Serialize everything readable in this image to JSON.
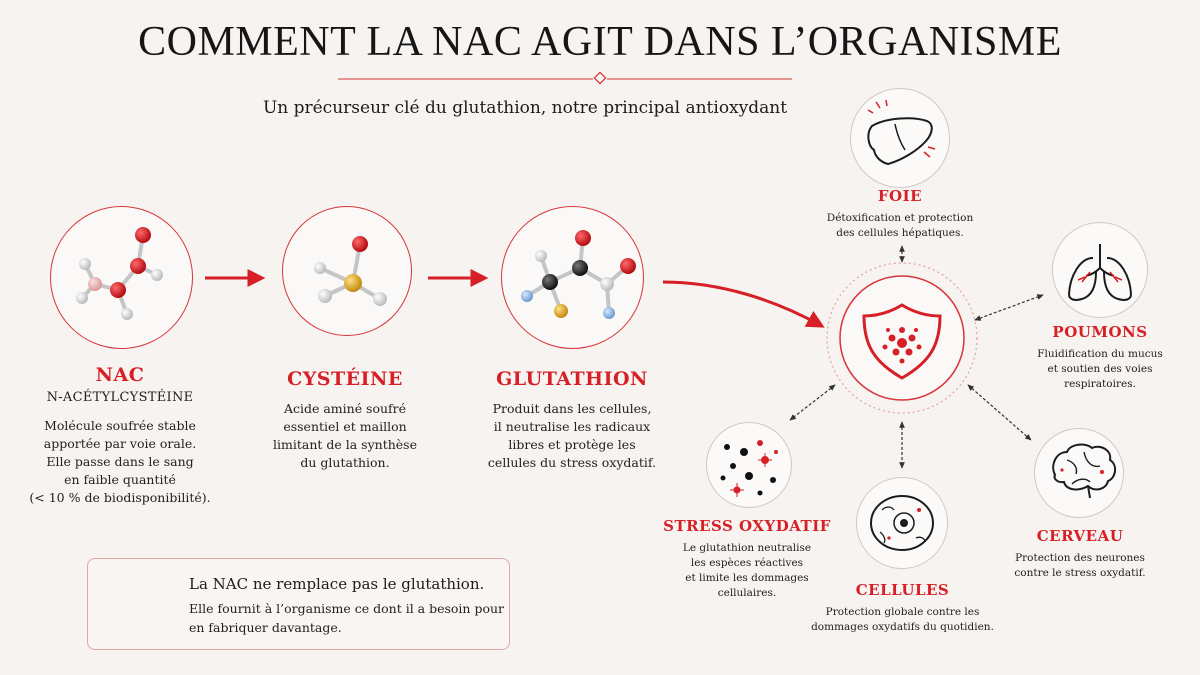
{
  "header": {
    "title": "COMMENT LA NAC AGIT DANS L’ORGANISME",
    "subtitle": "Un précurseur clé du glutathion, notre principal antioxydant"
  },
  "steps": [
    {
      "name": "NAC",
      "subname": "N-ACÉTYLCYSTÉINE",
      "description_lines": [
        "Molécule soufrée stable",
        "apportée par voie orale.",
        "Elle passe dans le sang",
        "en faible quantité",
        "(< 10 % de biodisponibilité)."
      ]
    },
    {
      "name": "CYSTÉINE",
      "description_lines": [
        "Acide aminé soufré",
        "essentiel et maillon",
        "limitant de la synthèse",
        "du glutathion."
      ]
    },
    {
      "name": "GLUTATHION",
      "description_lines": [
        "Produit dans les cellules,",
        "il neutralise les radicaux",
        "libres et protège les",
        "cellules du stress oxydatif."
      ]
    }
  ],
  "targets": [
    {
      "name": "FOIE",
      "description_lines": [
        "Détoxification et protection",
        "des cellules hépatiques."
      ],
      "icon": "liver-icon"
    },
    {
      "name": "POUMONS",
      "description_lines": [
        "Fluidification du mucus",
        "et soutien des voies",
        "respiratoires."
      ],
      "icon": "lungs-icon"
    },
    {
      "name": "CERVEAU",
      "description_lines": [
        "Protection des neurones",
        "contre le stress oxydatif."
      ],
      "icon": "brain-icon"
    },
    {
      "name": "CELLULES",
      "description_lines": [
        "Protection globale contre les",
        "dommages oxydatifs du quotidien."
      ],
      "icon": "cell-icon"
    },
    {
      "name": "STRESS OXYDATIF",
      "description_lines": [
        "Le glutathion neutralise",
        "les espèces réactives",
        "et limite les dommages",
        "cellulaires."
      ],
      "icon": "free-radicals-icon"
    }
  ],
  "note": {
    "line1": "La NAC ne remplace pas le glutathion.",
    "line2": "Elle fournit à l’organisme ce dont il a besoin pour",
    "line3": "en fabriquer davantage.",
    "icon": "lightbulb-icon"
  },
  "center_icon": "shield-icon",
  "colors": {
    "accent": "#d61f26",
    "background": "#f6f3f0",
    "text": "#1c1c1c"
  }
}
